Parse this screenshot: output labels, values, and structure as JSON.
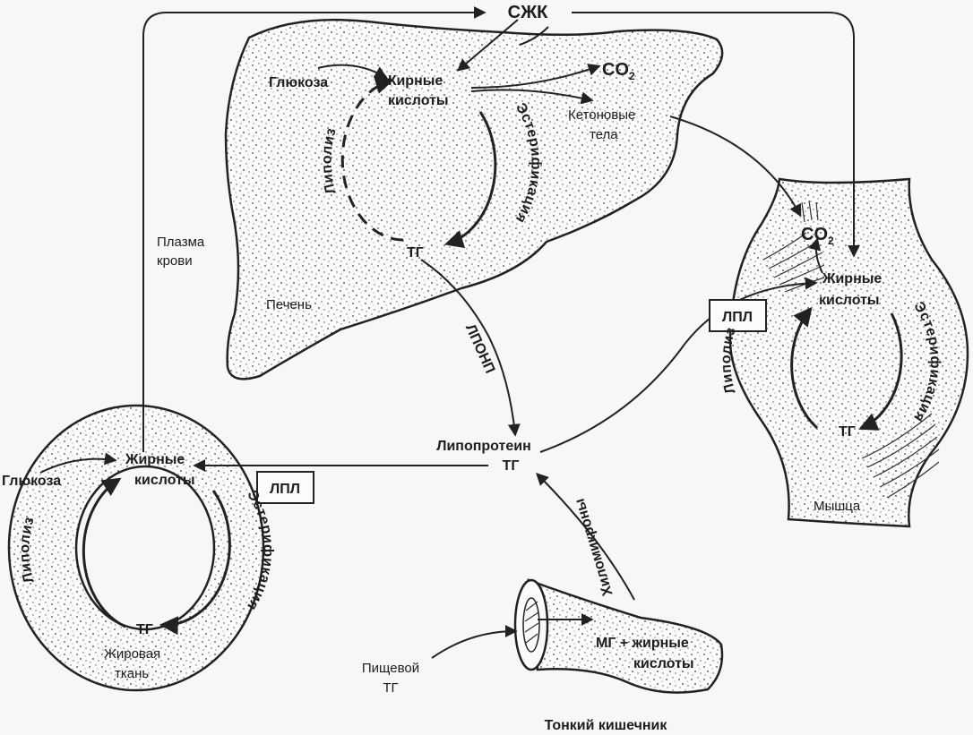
{
  "labels": {
    "ffa": "СЖК",
    "plasma_line1": "Плазма",
    "plasma_line2": "крови",
    "liver": {
      "organ": "Печень",
      "glucose": "Глюкоза",
      "fa_line1": "Жирные",
      "fa_line2": "кислоты",
      "co2": "CO",
      "co2_sub": "2",
      "ketone_line1": "Кетоновые",
      "ketone_line2": "тела",
      "esterification": "Эстерификация",
      "lipolysis": "Липолиз",
      "tg": "ТГ"
    },
    "vldl": "ЛПОНП",
    "lipoprotein_line1": "Липопротеин",
    "lipoprotein_line2": "ТГ",
    "chylomicrons": "Хиломикроны",
    "lpl": "ЛПЛ",
    "adipose": {
      "organ_line1": "Жировая",
      "organ_line2": "ткань",
      "glucose": "Глюкоза",
      "fa_line1": "Жирные",
      "fa_line2": "кислоты",
      "esterification": "Эстерификация",
      "lipolysis": "Липолиз",
      "tg": "ТГ"
    },
    "muscle": {
      "organ": "Мышца",
      "co2": "CO",
      "co2_sub": "2",
      "fa_line1": "Жирные",
      "fa_line2": "кислоты",
      "esterification": "Эстерификация",
      "lipolysis": "Липолиз",
      "tg": "ТГ"
    },
    "intestine": {
      "organ": "Тонкий кишечник",
      "mg_line1": "МГ + жирные",
      "mg_line2": "кислоты",
      "dietary_line1": "Пищевой",
      "dietary_line2": "ТГ"
    }
  }
}
